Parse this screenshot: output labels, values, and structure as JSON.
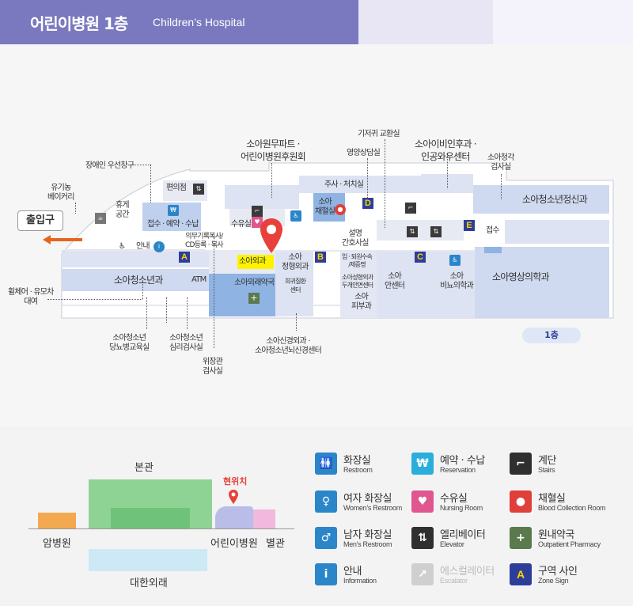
{
  "header": {
    "title": "어린이병원 1층",
    "subtitle": "Children’s Hospital"
  },
  "map": {
    "exit_label": "출입구",
    "floor_badge": "1층",
    "current_location": "소아외과",
    "rooms": {
      "rest_area": "휴게\n공간",
      "convenience_store": "편의점",
      "reception": "접수 · 예약 · 수납",
      "nursing_room": "수유실",
      "injection": "주사 · 처치실",
      "blood_collection": "소아\n채혈실",
      "pediatric_surgery": "소아외과",
      "pediatric_orthopedics": "소아\n정형외과",
      "rare_disease": "희귀질환\n센터",
      "outpatient_pharmacy": "소아외래약국",
      "admission": "입 · 퇴원수속\n/제증명",
      "plastic_surgery": "소아성형외과\n두개안면센터",
      "dermatology": "소아\n피부과",
      "ophthalmology": "소아\n안센터",
      "urology": "소아\n비뇨의학과",
      "radiology": "소아영상의학과",
      "psychiatry": "소아청소년정신과",
      "pediatrics": "소아청소년과",
      "atm": "ATM",
      "guide": "안내",
      "explain_room": "설명\n간호사실",
      "reception2": "접수"
    },
    "callouts": {
      "toy_library": "유기농\n베이커리",
      "post_office": "장애인 우선창구",
      "apartment": "소아원무파트 ·\n어린이병원후원회",
      "diaper": "기저귀 교환실",
      "nutrition": "영양상담실",
      "ent": "소아이비인후과 ·\n인공와우센터",
      "audiology": "소아청각\n검사실",
      "wheelchair": "휠체어 · 유모차\n대여",
      "medical_records": "의무기록복사/\nCD등록 · 복사",
      "diabetes": "소아청소년\n당뇨병교육실",
      "psych_test": "소아청소년\n심리검사실",
      "gi_test": "위장관\n검사실",
      "neuro": "소아신경외과 ·\n소아청소년뇌신경센터"
    },
    "zones": [
      "A",
      "B",
      "C",
      "D",
      "E"
    ]
  },
  "site": {
    "main_building": "본관",
    "current_position": "현위치",
    "cancer_hospital": "암병원",
    "childrens_hospital": "어린이병원",
    "annex": "별관",
    "daehan_outpatient": "대한외래"
  },
  "legend": [
    {
      "ko": "화장실",
      "en": "Restroom",
      "icon": "restroom-icon",
      "glyph": "🚻",
      "color": "#2b86c9"
    },
    {
      "ko": "예약 · 수납",
      "en": "Reservation",
      "icon": "won-icon",
      "glyph": "₩",
      "color": "#2aaedc"
    },
    {
      "ko": "계단",
      "en": "Stairs",
      "icon": "stairs-icon",
      "glyph": "⌐",
      "color": "#2f2f2f"
    },
    {
      "ko": "여자 화장실",
      "en": "Women’s Restroom",
      "icon": "women-restroom-icon",
      "glyph": "♀",
      "color": "#2b86c9"
    },
    {
      "ko": "수유실",
      "en": "Nursing Room",
      "icon": "nursing-room-icon",
      "glyph": "♥",
      "color": "#e0568f"
    },
    {
      "ko": "채혈실",
      "en": "Blood Collection Room",
      "icon": "blood-drop-icon",
      "glyph": "●",
      "color": "#e0403a"
    },
    {
      "ko": "남자 화장실",
      "en": "Men’s Restroom",
      "icon": "men-restroom-icon",
      "glyph": "♂",
      "color": "#2b86c9"
    },
    {
      "ko": "엘리베이터",
      "en": "Elevator",
      "icon": "elevator-icon",
      "glyph": "⇅",
      "color": "#2f2f2f"
    },
    {
      "ko": "원내약국",
      "en": "Outpatient Pharmacy",
      "icon": "pharmacy-cross-icon",
      "glyph": "+",
      "color": "#5a7a4e"
    },
    {
      "ko": "안내",
      "en": "Information",
      "icon": "information-icon",
      "glyph": "i",
      "color": "#2b86c9"
    },
    {
      "ko": "에스컬레이터",
      "en": "Escalator",
      "icon": "escalator-icon",
      "glyph": "↗",
      "color": "#cfcfcf"
    },
    {
      "ko": "구역 사인",
      "en": "Zone Sign",
      "icon": "zone-sign-icon",
      "glyph": "A",
      "color": "#2d3e9a"
    }
  ]
}
